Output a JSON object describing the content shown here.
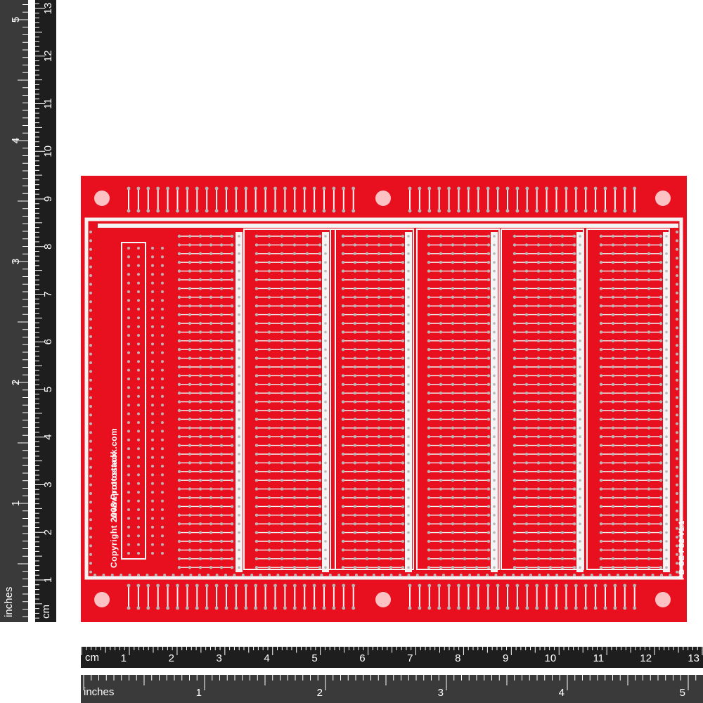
{
  "board": {
    "brand_url": "www.protostack.com",
    "copyright": "Copyright 2008 Protostack",
    "part_number": "PB-GE-FS2 V1.1",
    "color": "#e8101e",
    "copper_color": "#f4f4f4"
  },
  "rulers": {
    "unit_cm": "cm",
    "unit_inches": "inches",
    "left_inch": {
      "labels": [
        "5",
        "4",
        "3",
        "2",
        "1"
      ]
    },
    "left_cm": {
      "labels": [
        "13",
        "12",
        "11",
        "10",
        "9",
        "8",
        "7",
        "6",
        "5",
        "4",
        "3",
        "2",
        "1"
      ]
    },
    "bottom_cm": {
      "labels": [
        "1",
        "2",
        "3",
        "4",
        "5",
        "6",
        "7",
        "8",
        "9",
        "10",
        "11",
        "12",
        "13"
      ]
    },
    "bottom_inch": {
      "labels": [
        "1",
        "2",
        "3",
        "4",
        "5"
      ]
    }
  }
}
